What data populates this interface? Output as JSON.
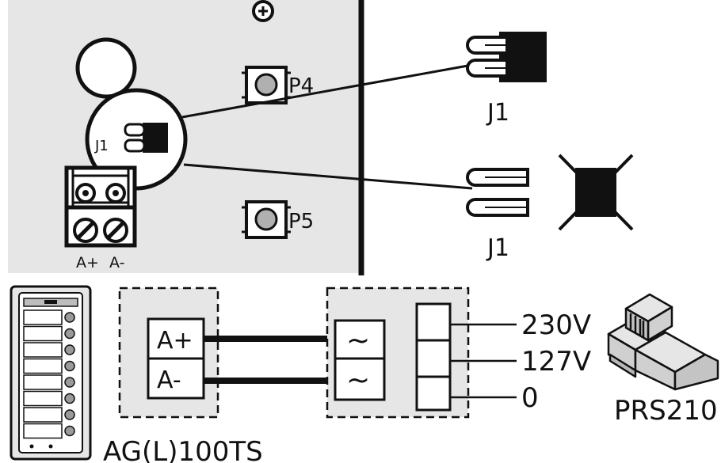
{
  "top_panel": {
    "board_labels": {
      "j1_small": "J1",
      "p4": "P4",
      "p5": "P5",
      "a_plus": "A+",
      "a_minus": "A-"
    },
    "jumper_labels": {
      "j1_top": "J1",
      "j1_bottom": "J1"
    }
  },
  "wiring": {
    "terminal_labels": {
      "a_plus": "A+",
      "a_minus": "A-"
    },
    "ac_symbol": "~",
    "voltage_labels": {
      "v230": "230V",
      "v127": "127V",
      "v0": "0"
    },
    "device_labels": {
      "door_panel": "AG(L)100TS",
      "power_supply": "PRS210"
    }
  },
  "colors": {
    "panel_fill": "#e6e6e6",
    "stroke": "#111111",
    "button_center": "#b0b0b0"
  }
}
